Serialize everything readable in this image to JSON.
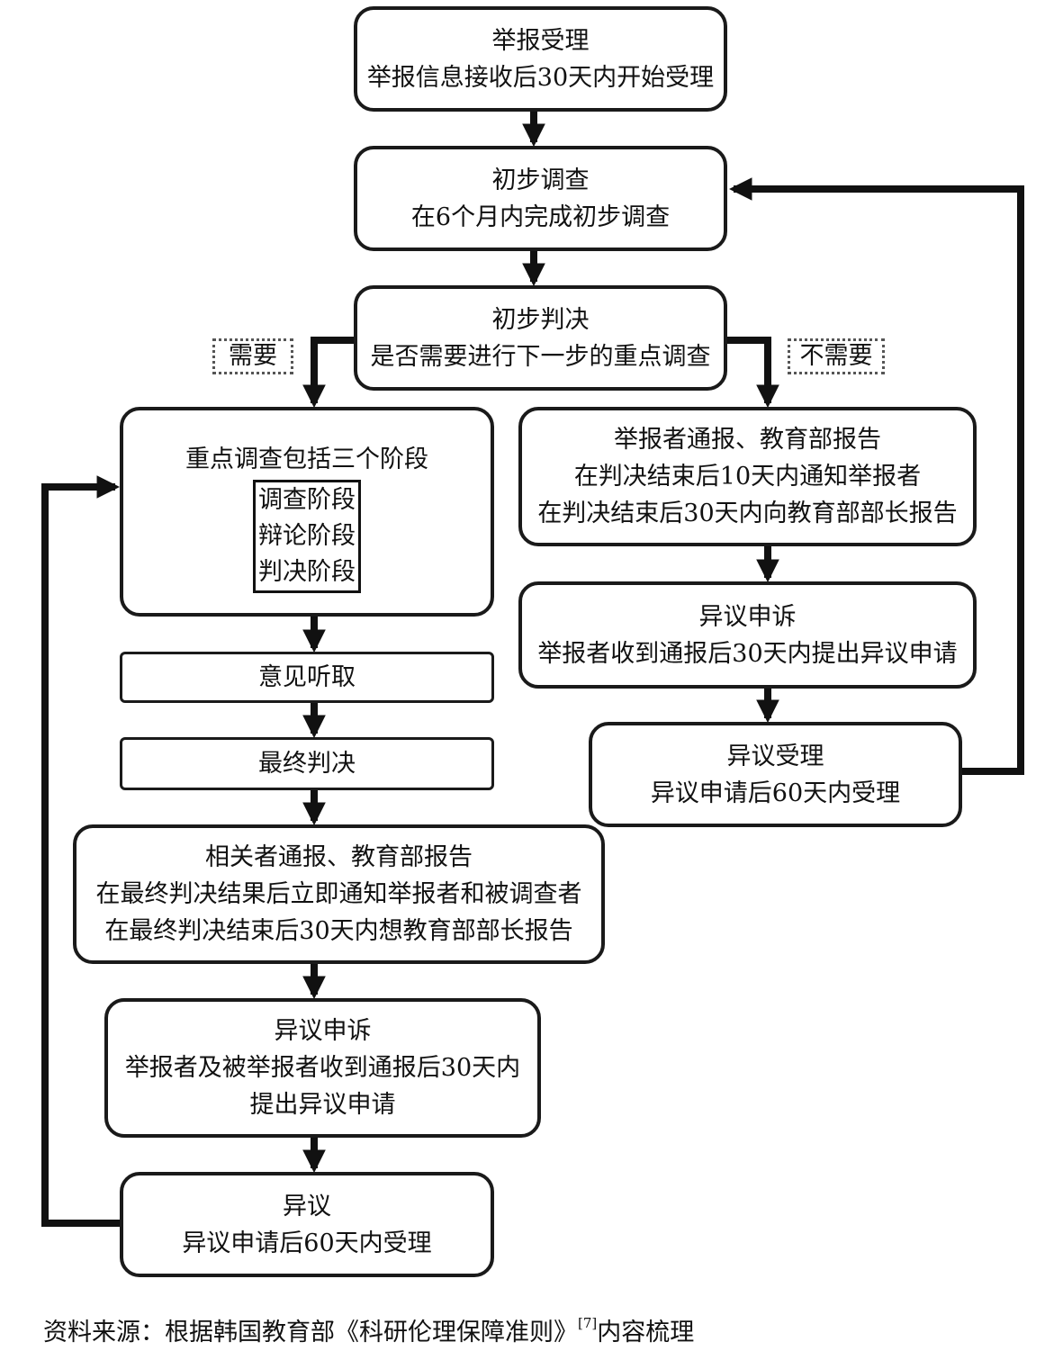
{
  "nodes": {
    "report_accept": {
      "title": "举报受理",
      "lines": [
        "举报信息接收后30天内开始受理"
      ]
    },
    "prelim_investigation": {
      "title": "初步调查",
      "lines": [
        "在6个月内完成初步调查"
      ]
    },
    "prelim_judgment": {
      "title": "初步判决",
      "lines": [
        "是否需要进行下一步的重点调查"
      ]
    },
    "key_investigation": {
      "title": "重点调查包括三个阶段",
      "stages": [
        "调查阶段",
        "辩论阶段",
        "判决阶段"
      ]
    },
    "hearing": {
      "title": "意见听取"
    },
    "final_judgment": {
      "title": "最终判决"
    },
    "notify_report_left": {
      "title": "相关者通报、教育部报告",
      "lines": [
        "在最终判决结果后立即通知举报者和被调查者",
        "在最终判决结束后30天内想教育部部长报告"
      ]
    },
    "appeal_left": {
      "title": "异议申诉",
      "lines": [
        "举报者及被举报者收到通报后30天内",
        "提出异议申请"
      ]
    },
    "objection_left": {
      "title": "异议",
      "lines": [
        "异议申请后60天内受理"
      ]
    },
    "notify_report_right": {
      "title": "举报者通报、教育部报告",
      "lines": [
        "在判决结束后10天内通知举报者",
        "在判决结束后30天内向教育部部长报告"
      ]
    },
    "appeal_right": {
      "title": "异议申诉",
      "lines": [
        "举报者收到通报后30天内提出异议申请"
      ]
    },
    "objection_right": {
      "title": "异议受理",
      "lines": [
        "异议申请后60天内受理"
      ]
    }
  },
  "branch_labels": {
    "need": "需要",
    "no_need": "不需要"
  },
  "source": {
    "text": "资料来源：根据韩国教育部《科研伦理保障准则》",
    "ref": "[7]",
    "suffix": "内容梳理"
  }
}
